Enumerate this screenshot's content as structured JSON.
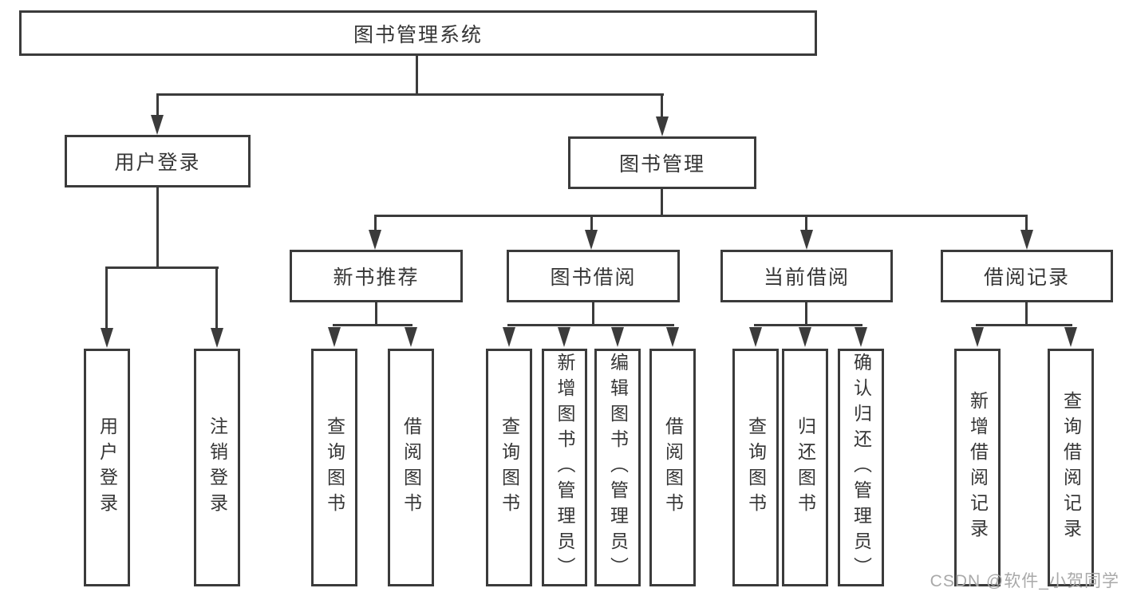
{
  "diagram": {
    "root": {
      "label": "图书管理系统"
    },
    "level2": [
      {
        "label": "用户登录"
      },
      {
        "label": "图书管理"
      }
    ],
    "level3": [
      {
        "label": "新书推荐",
        "parent": "图书管理"
      },
      {
        "label": "图书借阅",
        "parent": "图书管理"
      },
      {
        "label": "当前借阅",
        "parent": "图书管理"
      },
      {
        "label": "借阅记录",
        "parent": "图书管理"
      }
    ],
    "leaves": [
      {
        "label": "用户登录",
        "parent": "用户登录"
      },
      {
        "label": "注销登录",
        "parent": "用户登录"
      },
      {
        "label": "查询图书",
        "parent": "新书推荐"
      },
      {
        "label": "借阅图书",
        "parent": "新书推荐"
      },
      {
        "label": "查询图书",
        "parent": "图书借阅"
      },
      {
        "label": "新增图书（管理员）",
        "parent": "图书借阅"
      },
      {
        "label": "编辑图书（管理员）",
        "parent": "图书借阅"
      },
      {
        "label": "借阅图书",
        "parent": "图书借阅"
      },
      {
        "label": "查询图书",
        "parent": "当前借阅"
      },
      {
        "label": "归还图书",
        "parent": "当前借阅"
      },
      {
        "label": "确认归还（管理员）",
        "parent": "当前借阅"
      },
      {
        "label": "新增借阅记录",
        "parent": "借阅记录"
      },
      {
        "label": "查询借阅记录",
        "parent": "借阅记录"
      }
    ],
    "colors": {
      "line": "#3b3b3b",
      "text": "#363636",
      "background": "#ffffff",
      "watermark": "#a9a9a9"
    }
  },
  "watermark": {
    "text": "CSDN @软件_小贺同学"
  }
}
